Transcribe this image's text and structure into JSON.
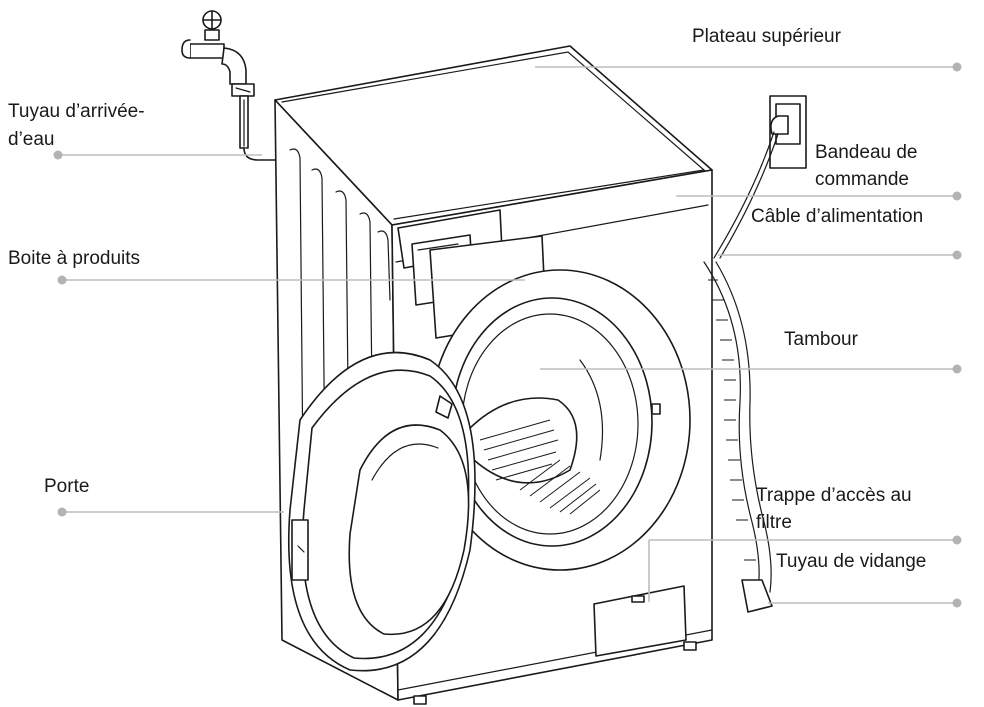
{
  "labels": {
    "plateau": "Plateau supérieur",
    "tuyau_arrivee_1": "Tuyau d’arrivée-",
    "tuyau_arrivee_2": "d’eau",
    "bandeau_1": "Bandeau de",
    "bandeau_2": "commande",
    "cable": "Câble d’alimentation",
    "boite": "Boite à produits",
    "tambour": "Tambour",
    "porte": "Porte",
    "trappe_1": "Trappe d’accès au",
    "trappe_2": "filtre",
    "vidange": "Tuyau de vidange"
  },
  "colors": {
    "leader_line": "#bdbdbd",
    "leader_dot": "#b3b3b3",
    "outline": "#1a1a1a"
  }
}
